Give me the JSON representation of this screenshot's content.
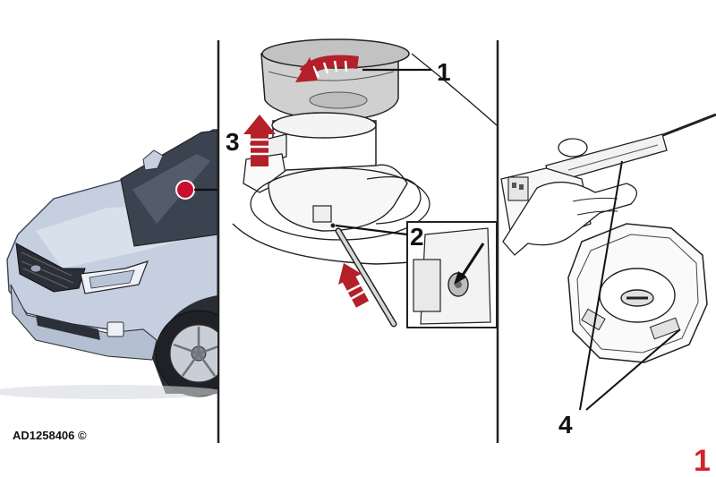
{
  "figure": {
    "reference_code": "AD1258406 ©",
    "step_number": "1",
    "callouts": [
      "1",
      "2",
      "3",
      "4"
    ]
  },
  "colors": {
    "arrow_red": "#b3202a",
    "step_red": "#d2232a",
    "car_body": "#c5cfe0",
    "car_shadow": "#8f9bb3",
    "line": "#222222",
    "part_gray": "#d9d9d9",
    "part_dark": "#9a9a9a"
  },
  "icons": {
    "pull_arrow": "curved-arrow-icon",
    "lift_arrow": "up-arrow-icon",
    "push_arrow": "diagonal-arrow-icon",
    "location_marker": "red-dot-marker-icon"
  }
}
